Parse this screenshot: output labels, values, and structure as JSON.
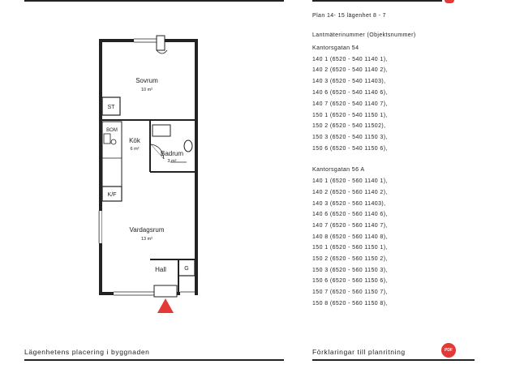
{
  "header": {
    "plan_title": "Plan 14- 15 lägenhet 8 - 7",
    "registry_heading": "Lantmäterinummer (Objektsnummer)"
  },
  "properties": [
    {
      "address": "Kantorsgatan 54",
      "units": [
        "140 1 (6520 - 540 1140 1),",
        "140 2 (6520 - 540 1140 2),",
        "140 3 (6520 - 540 11403),",
        "140 6 (6520 - 540 1140 6),",
        "140 7 (6520 - 540 1140 7),",
        "150 1 (6520 - 540 1150 1),",
        "150 2 (6520 - 540 11502),",
        "150 3 (6520 - 540 1150 3),",
        "150 6 (6520 - 540 1150 6),"
      ]
    },
    {
      "address": "Kantorsgatan 56 A",
      "units": [
        "140 1 (6520 - 560 1140 1),",
        "140 2 (6520 - 560 1140 2),",
        "140 3 (6520 - 560 11403),",
        "140 6 (6520 - 560 1140 6),",
        "140 7 (6520 - 560 1140 7),",
        "140 8 (6520 - 560 1140 8),",
        "150 1 (6520 - 560 1150 1),",
        "150 2 (6520 - 560 1150 2),",
        "150 3 (6520 - 560 1150 3),",
        "150 6 (6520 - 560 1150 6),",
        "150 7 (6520 - 560 1150 7),",
        "150 8 (6520 - 560 1150 8),"
      ]
    }
  ],
  "floorplan": {
    "rooms": {
      "sovrum": {
        "name": "Sovrum",
        "area": "10 m²"
      },
      "kok": {
        "name": "Kök",
        "area": "6 m²"
      },
      "badrum": {
        "name": "Badrum",
        "area": "3 m²"
      },
      "vardagsrum": {
        "name": "Vardagsrum",
        "area": "13 m²"
      },
      "hall": {
        "name": "Hall"
      }
    },
    "labels": {
      "st": "ST",
      "kf": "K/F",
      "g": "G",
      "bom": "BOM"
    }
  },
  "footer": {
    "left_caption": "Lägenhetens placering i byggnaden",
    "right_caption": "Förklaringar till planritning",
    "pdf_icon_label": "PDF"
  },
  "colors": {
    "accent_red": "#e53935",
    "line": "#222222"
  }
}
